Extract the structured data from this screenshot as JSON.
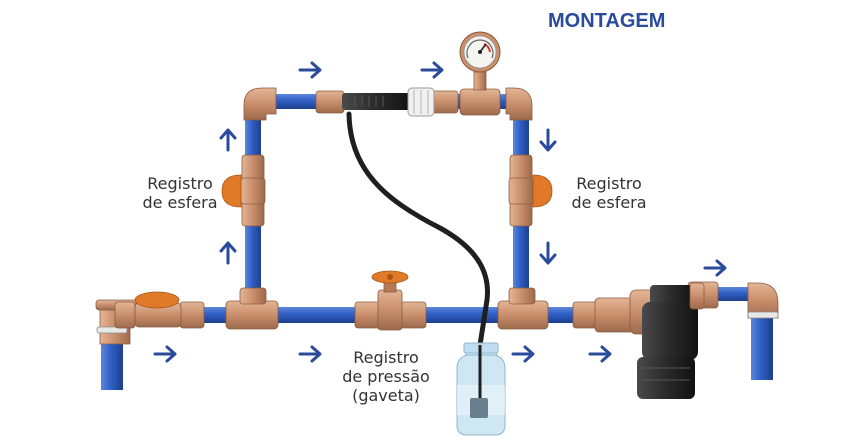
{
  "title": "MONTAGEM",
  "labels": {
    "ball_valve_left": [
      "Registro",
      "de esfera"
    ],
    "ball_valve_right": [
      "Registro",
      "de esfera"
    ],
    "gate_valve": [
      "Registro",
      "de pressão",
      "(gaveta)"
    ]
  },
  "colors": {
    "title": "#2a4a9b",
    "arrow": "#2a4a9b",
    "pipe": "#2f5fc4",
    "fitting": "#c98e6b",
    "valve_handle": "#e07a28",
    "hose": "#1f1f1f",
    "filter": "#2a2a2a"
  },
  "icons": {
    "arrow": "arrow-icon",
    "gauge": "pressure-gauge-icon",
    "bottle": "water-bottle-icon"
  }
}
